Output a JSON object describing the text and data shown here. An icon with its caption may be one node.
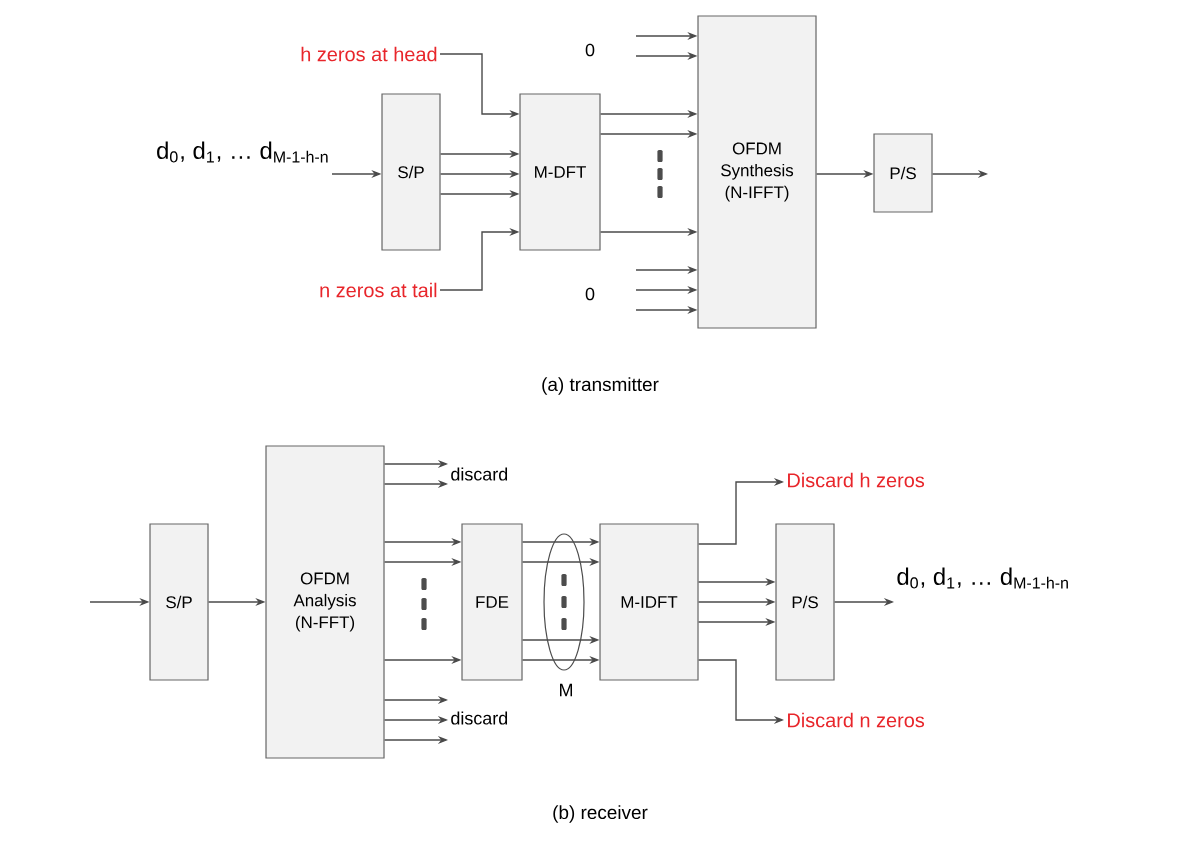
{
  "diagram": {
    "nodes": [
      {
        "text": [
          "d$_{0}$, d$_{1}$, … d$_{M-1-h-n}$"
        ]
      },
      {
        "text": [
          "h zeros at head"
        ]
      },
      {
        "text": [
          "S/P"
        ]
      },
      {
        "text": [
          "M-DFT"
        ]
      },
      {
        "text": [
          "n zeros at tail"
        ]
      },
      {
        "text": [
          "OFDM Synthesis (N-IFFT)"
        ]
      },
      {
        "text": [
          "P/S"
        ]
      },
      {
        "text": [
          "S/P"
        ]
      },
      {
        "text": [
          "OFDM Analysis (N-FFT)"
        ]
      },
      {
        "text": [
          "discard"
        ]
      },
      {
        "text": [
          "FDE"
        ]
      },
      {
        "text": [
          "M-IDFT"
        ]
      },
      {
        "text": [
          "Discard h zeros"
        ]
      },
      {
        "text": [
          "P/S"
        ]
      },
      {
        "text": [
          "d$_{0}$, d$_{1}$, … d$_{M-1-h-n}$"
        ]
      },
      {
        "text": [
          "discard"
        ]
      },
      {
        "text": [
          "Discard n zeros"
        ]
      }
    ],
    "edges": [
      {
        "from": 0,
        "to": 2,
        "arrow": "to"
      },
      {
        "from": 1,
        "to": 3,
        "arrow": "to"
      },
      {
        "from": 2,
        "to": 3,
        "arrow": "to"
      },
      {
        "from": 2,
        "to": 3,
        "arrow": "to"
      },
      {
        "from": 2,
        "to": 3,
        "arrow": "to"
      },
      {
        "from": 4,
        "to": 3,
        "arrow": "to"
      },
      {
        "from": null,
        "to": 5,
        "arrow": "to"
      },
      {
        "from": null,
        "to": 5,
        "arrow": "to"
      },
      {
        "from": 3,
        "to": 5,
        "arrow": "to"
      },
      {
        "from": 3,
        "to": 5,
        "arrow": "to"
      },
      {
        "from": 3,
        "to": 5,
        "arrow": "to"
      },
      {
        "from": null,
        "to": 5,
        "arrow": "to"
      },
      {
        "from": null,
        "to": 5,
        "arrow": "to"
      },
      {
        "from": null,
        "to": 5,
        "arrow": "to"
      },
      {
        "from": 5,
        "to": 6,
        "arrow": "to"
      },
      {
        "from": 6,
        "to": null,
        "arrow": "to"
      },
      {
        "from": null,
        "to": 7,
        "arrow": "to"
      },
      {
        "from": 7,
        "to": 8,
        "arrow": "to"
      },
      {
        "from": 8,
        "to": 9,
        "arrow": "to"
      },
      {
        "from": 8,
        "to": 9,
        "arrow": "to"
      },
      {
        "from": 8,
        "to": 10,
        "arrow": "to"
      },
      {
        "from": 8,
        "to": 10,
        "arrow": "to"
      },
      {
        "from": 8,
        "to": 10,
        "arrow": "to"
      },
      {
        "from": 8,
        "to": 15,
        "arrow": "to"
      },
      {
        "from": 8,
        "to": 15,
        "arrow": "to"
      },
      {
        "from": 8,
        "to": 15,
        "arrow": "to"
      },
      {
        "from": 10,
        "to": 11,
        "arrow": "to"
      },
      {
        "from": 10,
        "to": 11,
        "arrow": "to"
      },
      {
        "from": 10,
        "to": 11,
        "arrow": "to"
      },
      {
        "from": 10,
        "to": 11,
        "arrow": "to"
      },
      {
        "from": 11,
        "to": 12,
        "arrow": "to"
      },
      {
        "from": 11,
        "to": 13,
        "arrow": "to"
      },
      {
        "from": 11,
        "to": 13,
        "arrow": "to"
      },
      {
        "from": 11,
        "to": 13,
        "arrow": "to"
      },
      {
        "from": 11,
        "to": 16,
        "arrow": "to"
      },
      {
        "from": 13,
        "to": 14,
        "arrow": "to"
      }
    ],
    "labels": [
      "0",
      "0",
      "(a) transmitter",
      "M",
      "(b) receiver"
    ]
  }
}
